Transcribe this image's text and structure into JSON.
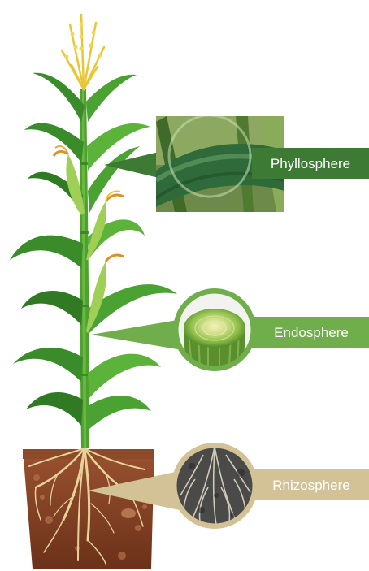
{
  "zones": [
    {
      "id": "phyllosphere",
      "label": "Phyllosphere",
      "color": "#3d7a34"
    },
    {
      "id": "endosphere",
      "label": "Endosphere",
      "color": "#6fae4a"
    },
    {
      "id": "rhizosphere",
      "label": "Rhizosphere",
      "color": "#d3c295"
    }
  ],
  "palette": {
    "stalk": "#4ea02f",
    "leaf_dark": "#2f7a22",
    "leaf_light": "#6dbb3c",
    "tassel": "#e9c634",
    "ear_husk": "#9fcf55",
    "silk": "#d8932a",
    "soil": "#7a3d22",
    "soil_light": "#a8603a",
    "root": "#e6d29a"
  }
}
